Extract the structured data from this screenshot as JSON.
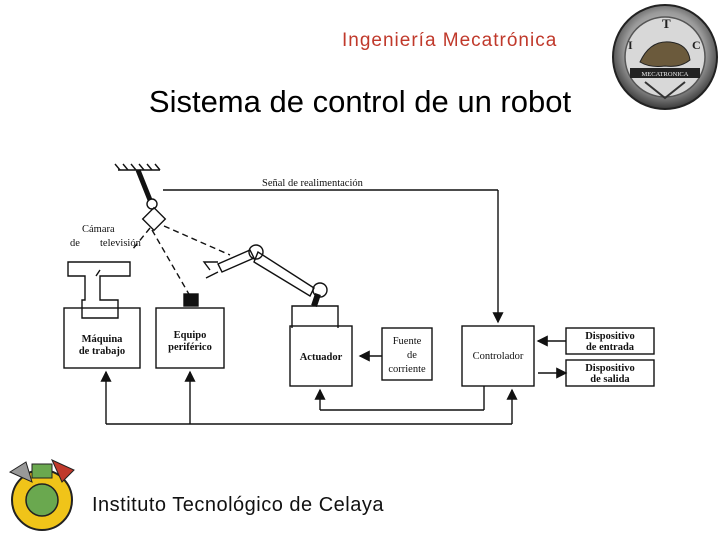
{
  "header": {
    "brand": "Ingeniería Mecatrónica"
  },
  "slide": {
    "title": "Sistema de control de un robot"
  },
  "footer": {
    "institution": "Instituto Tecnológico de Celaya"
  },
  "logo_top": {
    "letters": [
      "I",
      "T",
      "C"
    ],
    "banner": "MECATRONICA"
  },
  "diagram": {
    "feedback_label": "Señal de realimentación",
    "camera_label": [
      "Cámara",
      "de",
      "televisión"
    ],
    "machine_label": [
      "Máquina",
      "de trabajo"
    ],
    "peripheral_label": [
      "Equipo",
      "periférico"
    ],
    "actuator_label": "Actuador",
    "power_label": [
      "Fuente",
      "de",
      "corriente"
    ],
    "controller_label": "Controlador",
    "input_label": [
      "Dispositivo",
      "de entrada"
    ],
    "output_label": [
      "Dispositivo",
      "de salida"
    ]
  },
  "colors": {
    "brand_red": "#c0392b",
    "line": "#111111"
  }
}
